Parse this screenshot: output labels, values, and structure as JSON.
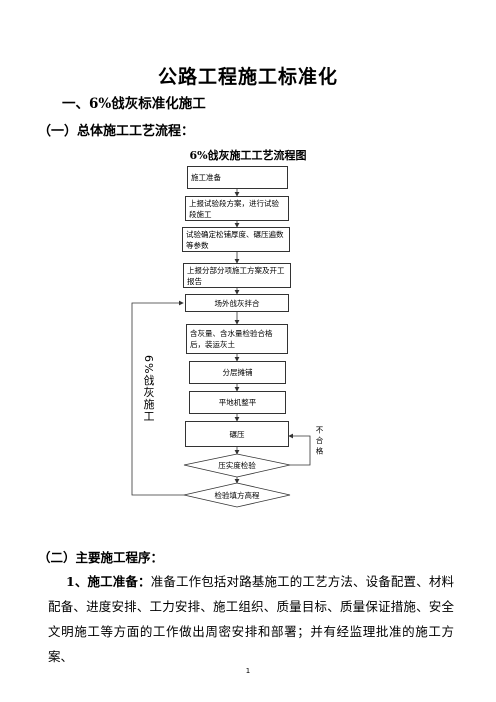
{
  "document": {
    "title": "公路工程施工标准化",
    "heading1": "一、6%戗灰标准化施工",
    "heading2": "（一）总体施工工艺流程：",
    "chart_title": "6%戗灰施工工艺流程图"
  },
  "flowchart": {
    "steps": [
      "施工准备",
      "上报试验段方案，进行试验段施工",
      "试验确定松铺厚度、碾压遍数等参数",
      "上报分部分项施工方案及开工报告",
      "场外戗灰拌合",
      "含灰量、含水量检验合格后，装运灰土",
      "分层摊铺",
      "平地机整平",
      "碾压"
    ],
    "decisions": [
      "压实度检验",
      "检验填方高程"
    ],
    "loop_label": "6%戗灰施工",
    "fail_label": "不合格"
  },
  "section2": {
    "heading": "（二）主要施工程序：",
    "lead": "1、施工准备：",
    "body": "准备工作包括对路基施工的工艺方法、设备配置、材料配备、进度安排、工力安排、施工组织、质量目标、质量保证措施、安全文明施工等方面的工作做出周密安排和部署；并有经监理批准的施工方案、"
  },
  "page_number": "1"
}
